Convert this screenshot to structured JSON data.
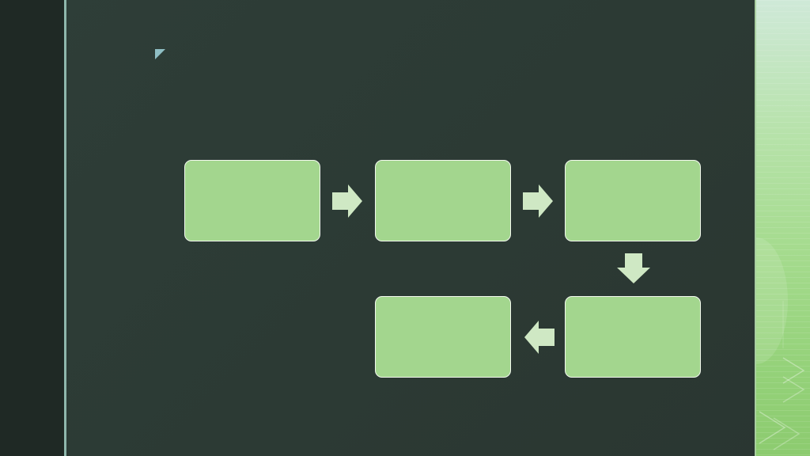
{
  "slide": {
    "title": ""
  },
  "colors": {
    "background": "#2e3e38",
    "left_band": "#1f2925",
    "accent_rule": "#8fb7ad",
    "box_fill": "#a3d68e",
    "box_border": "#f2f8ee",
    "arrow_fill": "#cfe8c4",
    "right_band_top": "#cfe9d8",
    "right_band_bottom": "#8ccb6f"
  },
  "diagram": {
    "type": "process-flow",
    "steps": [
      {
        "label": ""
      },
      {
        "label": ""
      },
      {
        "label": ""
      },
      {
        "label": ""
      },
      {
        "label": ""
      }
    ],
    "connections": [
      {
        "from": 1,
        "to": 2,
        "direction": "right"
      },
      {
        "from": 2,
        "to": 3,
        "direction": "right"
      },
      {
        "from": 3,
        "to": 4,
        "direction": "down"
      },
      {
        "from": 4,
        "to": 5,
        "direction": "left"
      }
    ]
  }
}
